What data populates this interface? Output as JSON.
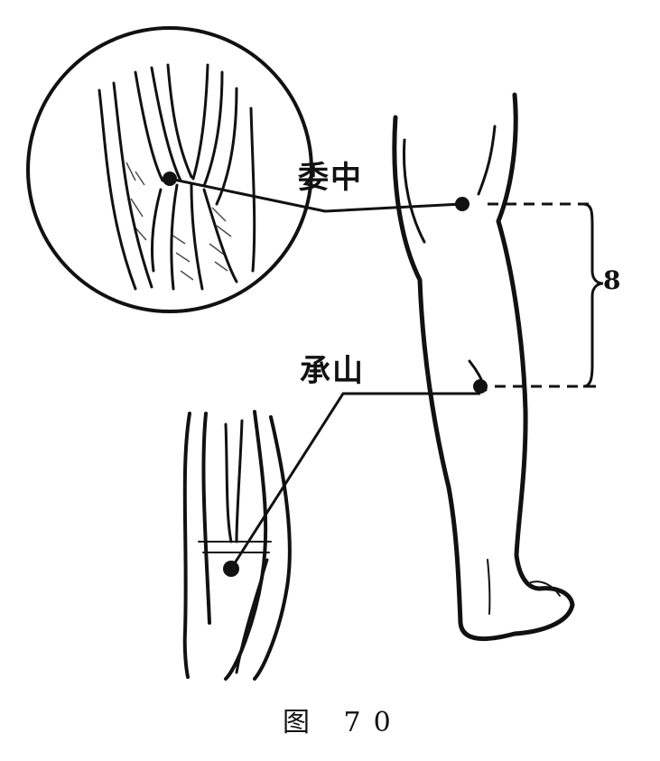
{
  "points": {
    "weizhong": {
      "label": "委中"
    },
    "chengshan": {
      "label": "承山"
    }
  },
  "measurement": {
    "value": "8"
  },
  "caption": "图 70",
  "colors": {
    "ink": "#111111",
    "paper": "#ffffff"
  }
}
